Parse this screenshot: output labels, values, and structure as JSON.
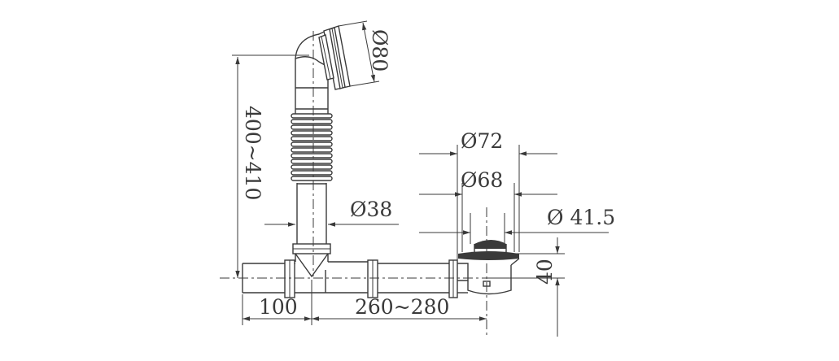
{
  "drawing": {
    "dimensions": {
      "top_outlet_diameter": "Ø80",
      "standpipe_height": "400~410",
      "standpipe_diameter": "Ø38",
      "cover_outer_diameter": "Ø72",
      "cover_inner_diameter": "Ø68",
      "drain_pipe_diameter": "Ø 41.5",
      "trap_height": "40",
      "inlet_offset": "100",
      "pipe_length": "260~280"
    }
  }
}
